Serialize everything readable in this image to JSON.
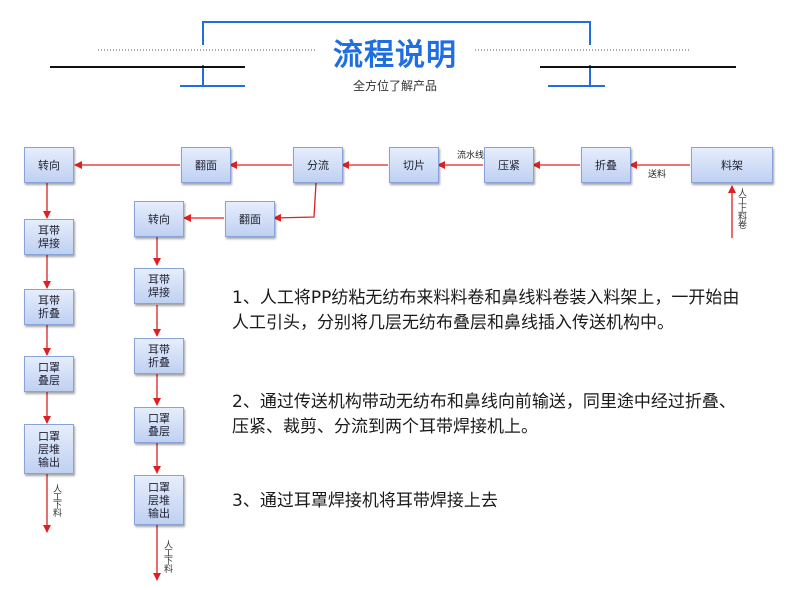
{
  "header": {
    "title": "流程说明",
    "subtitle": "全方位了解产品"
  },
  "nodes": {
    "liaojia": "料架",
    "zhedie_top": "折叠",
    "yajin": "压紧",
    "qiepian": "切片",
    "fenliu": "分流",
    "fanmian1": "翻面",
    "zhuanxiang1": "转向",
    "fanmian2": "翻面",
    "zhuanxiang2": "转向",
    "left_erdai_hanjie": "耳带\n焊接",
    "left_erdai_zhedie": "耳带\n折叠",
    "left_kouzhao_dieceng": "口罩\n叠层",
    "left_kouzhao_shuchu": "口罩\n层堆\n输出",
    "mid_erdai_hanjie": "耳带\n焊接",
    "mid_erdai_zhedie": "耳带\n折叠",
    "mid_kouzhao_dieceng": "口罩\n叠层",
    "mid_kouzhao_shuchu": "口罩\n层堆\n输出"
  },
  "labels": {
    "songliao": "送料",
    "liushuixian": "流水线",
    "rengong_shangliao": "人工上料卷",
    "rengong_xialiao_left": "人工下料",
    "rengong_xialiao_mid": "人工下料"
  },
  "description": {
    "p1": "1、人工将PP纺粘无纺布来料料卷和鼻线料卷装入料架上，一开始由人工引头，分别将几层无纺布叠层和鼻线插入传送机构中。",
    "p2": "2、通过传送机构带动无纺布和鼻线向前输送，同里途中经过折叠、压紧、裁剪、分流到两个耳带焊接机上。",
    "p3": "3、通过耳罩焊接机将耳带焊接上去"
  },
  "colors": {
    "accent": "#1f6fe0",
    "arrow": "#e02020",
    "box_top": "#e6eefc",
    "box_bottom": "#bfd0f2"
  }
}
